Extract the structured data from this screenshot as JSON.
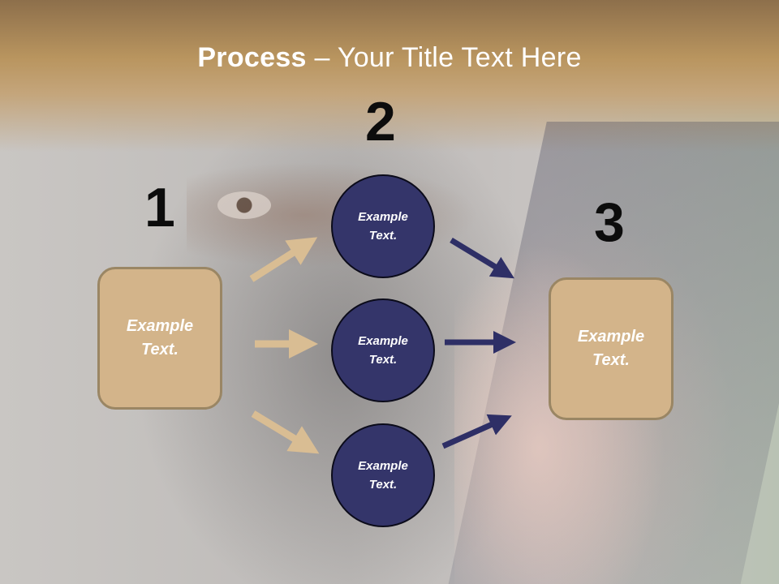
{
  "title": {
    "bold": "Process",
    "rest": " – Your Title Text Here"
  },
  "steps": {
    "one": "1",
    "two": "2",
    "three": "3"
  },
  "left_box": {
    "line1": "Example",
    "line2": "Text."
  },
  "circles": [
    {
      "line1": "Example",
      "line2": "Text."
    },
    {
      "line1": "Example",
      "line2": "Text."
    },
    {
      "line1": "Example",
      "line2": "Text."
    }
  ],
  "right_box": {
    "line1": "Example",
    "line2": "Text."
  },
  "colors": {
    "box_fill": "#d3b48a",
    "circle_fill": "#34356a",
    "tan_arrow": "#d9bd93",
    "navy_arrow": "#2e2f66"
  }
}
